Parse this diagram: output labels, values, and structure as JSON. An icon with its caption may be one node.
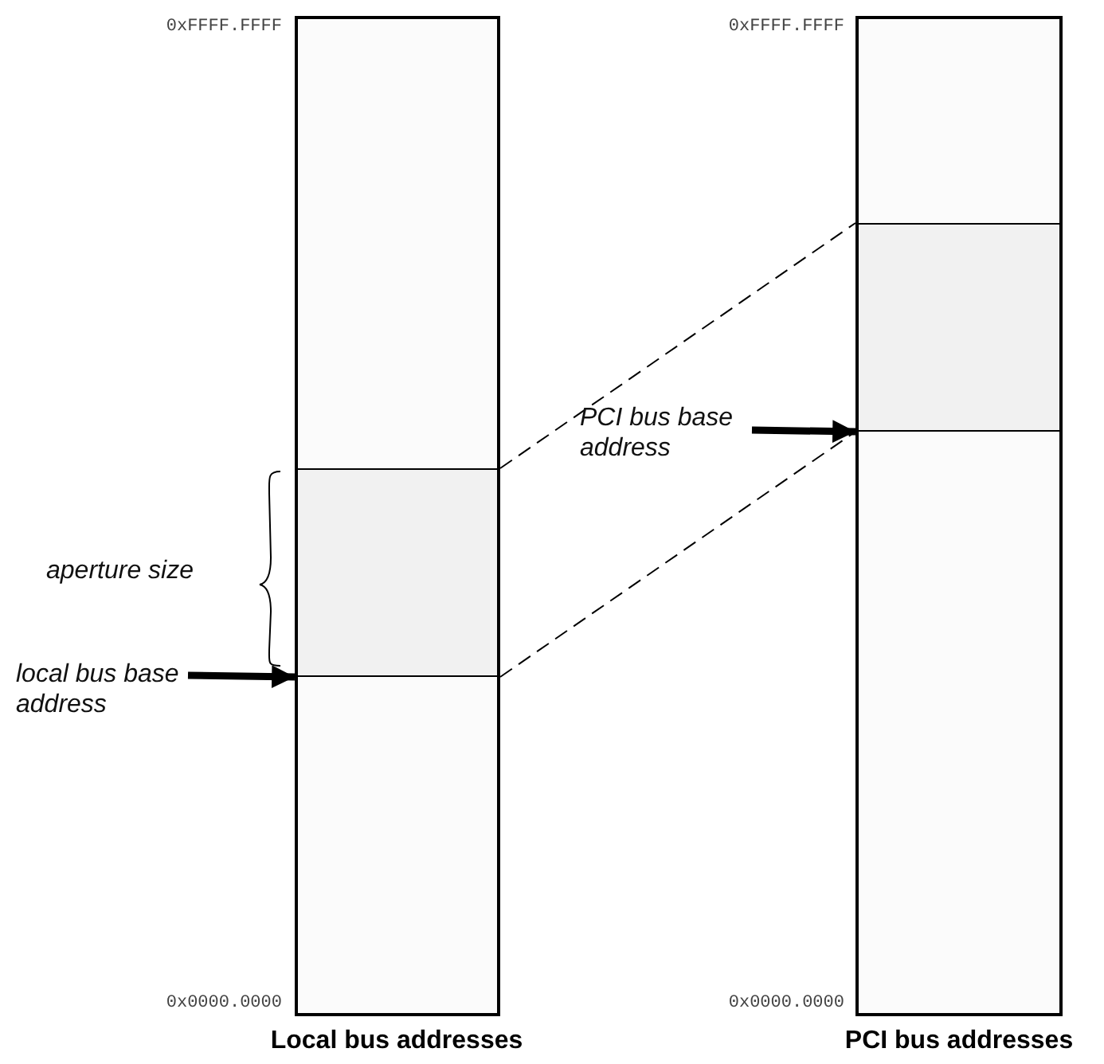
{
  "diagram": {
    "nodes": [
      {
        "text": [],
        "shape": "bar",
        "beside": [
          "0xFFFF.FFFF",
          "0x0000.0000",
          "Local bus addresses"
        ]
      },
      {
        "text": [],
        "shape": "box",
        "in": 0
      },
      {
        "text": [],
        "shape": "bar",
        "beside": [
          "0xFFFF.FFFF",
          "0x0000.0000",
          "PCI bus addresses"
        ]
      },
      {
        "text": [],
        "shape": "box",
        "in": 2
      },
      {
        "text": [
          "PCI bus base address"
        ]
      },
      {
        "text": [
          "local bus base address"
        ]
      }
    ],
    "edges": [
      {
        "from": 1,
        "to": 3,
        "arrow": "none",
        "style": "dashed"
      },
      {
        "from": 1,
        "to": 3,
        "arrow": "none",
        "style": "dashed"
      },
      {
        "from": 4,
        "to": 3,
        "arrow": "to",
        "style": "thick"
      },
      {
        "from": 5,
        "to": 1,
        "arrow": "to",
        "style": "thick"
      }
    ],
    "labels": [
      "aperture size"
    ]
  }
}
